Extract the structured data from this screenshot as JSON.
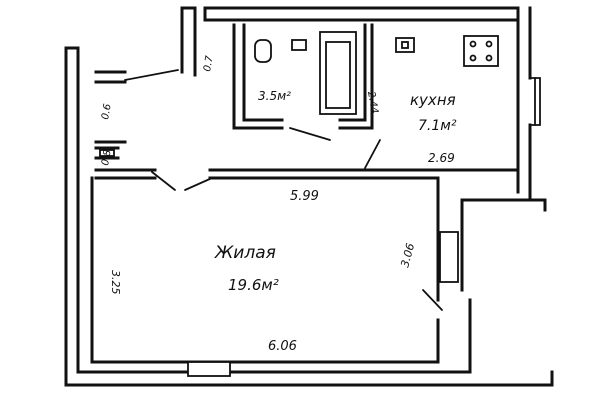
{
  "rooms": {
    "living_name": "Жилая",
    "living_area": "19.6м²",
    "kitchen_name": "кухня",
    "kitchen_area": "7.1м²",
    "bath_area": "3.5м²"
  },
  "dims": {
    "living_width_top": "5.99",
    "living_width_bottom": "6.06",
    "living_depth_left": "3.25",
    "living_depth_right": "3.06",
    "kitchen_width": "2.69",
    "kitchen_depth": "2.44",
    "closet_1": "0.7",
    "closet_2": "0.6",
    "closet_3": "0.8"
  },
  "colors": {
    "ink": "#111111",
    "paper": "#ffffff"
  }
}
